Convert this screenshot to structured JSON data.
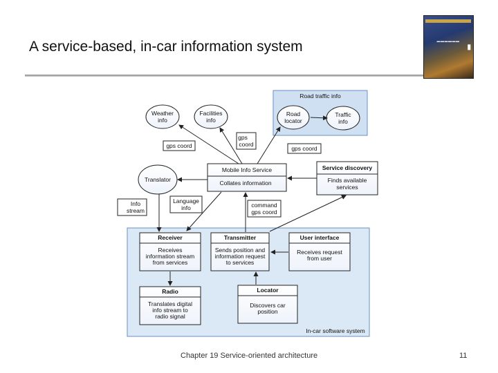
{
  "slide": {
    "title": "A service-based, in-car information system",
    "footer_text": "Chapter 19 Service-oriented architecture",
    "page_number": "11"
  },
  "diagram": {
    "road_traffic_group": "Road traffic info",
    "weather_info": [
      "Weather",
      "info"
    ],
    "facilities_info": [
      "Facilities",
      "info"
    ],
    "road_locator": [
      "Road",
      "locator"
    ],
    "traffic_info": [
      "Traffic",
      "info"
    ],
    "gps_coord_left": "gps coord",
    "gps_coord_mid": [
      "gps",
      "coord"
    ],
    "gps_coord_right": "gps coord",
    "mobile_info_service": {
      "title": "Mobile Info Service",
      "desc": "Collates information"
    },
    "service_discovery": {
      "title": "Service discovery",
      "desc": [
        "Finds available",
        "services"
      ]
    },
    "translator": "Translator",
    "language_info": [
      "Language",
      "info"
    ],
    "info_stream": [
      "Info",
      "stream"
    ],
    "command_gps": [
      "command",
      "gps coord"
    ],
    "receiver": {
      "title": "Receiver",
      "desc": [
        "Receives",
        "information stream",
        "from services"
      ]
    },
    "transmitter": {
      "title": "Transmitter",
      "desc": [
        "Sends position and",
        "information request",
        "to services"
      ]
    },
    "user_interface": {
      "title": "User interface",
      "desc": [
        "Receives request",
        "from user"
      ]
    },
    "radio": {
      "title": "Radio",
      "desc": [
        "Translates digital",
        "info stream to",
        "radio signal"
      ]
    },
    "locator": {
      "title": "Locator",
      "desc": [
        "Discovers car",
        "position"
      ]
    },
    "in_car_label": "In-car software system"
  }
}
